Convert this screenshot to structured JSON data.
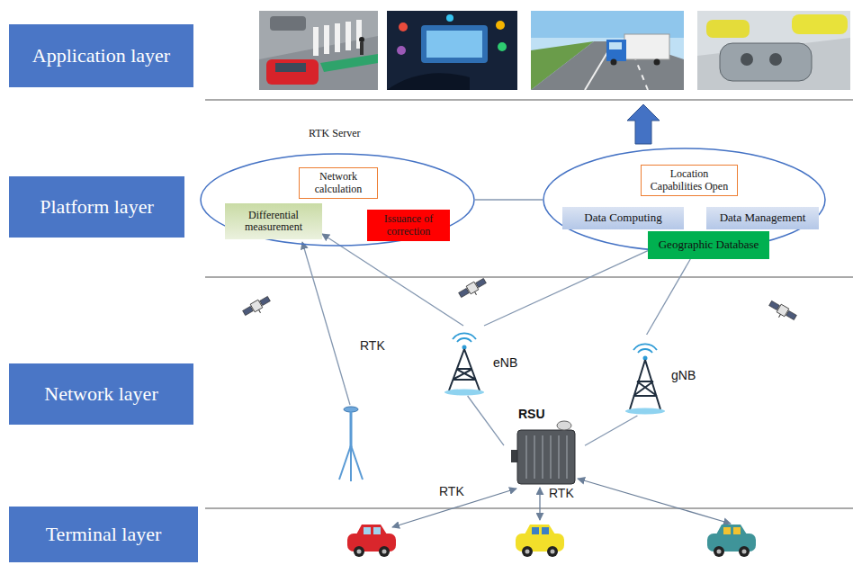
{
  "diagram": {
    "nodes": [
      {
        "text": [
          "Application layer"
        ]
      },
      {
        "text": [
          "Platform layer"
        ]
      },
      {
        "text": [
          "RTK Server"
        ]
      },
      {
        "text": [
          "Network calculation"
        ],
        "in": 2
      },
      {
        "text": [
          "Differential measurement"
        ],
        "in": 2
      },
      {
        "text": [
          "Issuance of correction"
        ],
        "in": 2
      },
      {
        "text": []
      },
      {
        "text": [
          "Location Capabilities Open"
        ],
        "in": 6
      },
      {
        "text": [
          "Data Computing"
        ],
        "in": 6
      },
      {
        "text": [
          "Data Management"
        ],
        "in": 6
      },
      {
        "text": [
          "Geographic Database"
        ],
        "in": 6
      },
      {
        "text": [
          "Network layer"
        ]
      },
      {
        "text": [
          "eNB"
        ]
      },
      {
        "text": [
          "gNB"
        ]
      },
      {
        "text": [
          "RSU"
        ]
      },
      {
        "text": [
          "Terminal layer"
        ]
      }
    ],
    "edges": [
      {
        "from": 2,
        "to": 6,
        "arrow": "none"
      },
      {
        "from": 12,
        "to": 4,
        "arrow": "to"
      },
      {
        "from": 12,
        "to": 10,
        "arrow": "none"
      },
      {
        "from": 13,
        "to": 10,
        "arrow": "none"
      },
      {
        "from": 12,
        "to": 14,
        "arrow": "none"
      },
      {
        "from": 13,
        "to": 14,
        "arrow": "none"
      }
    ],
    "labels": [
      "RTK",
      "RTK",
      "RTK"
    ]
  }
}
